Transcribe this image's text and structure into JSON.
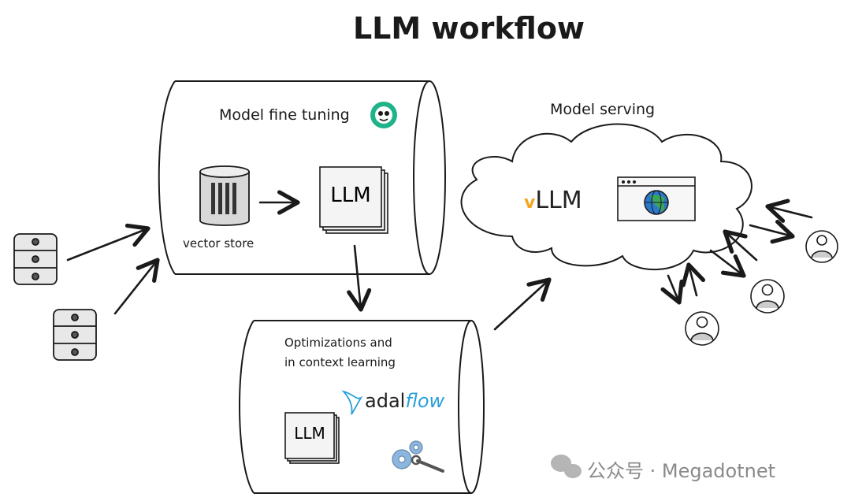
{
  "title": "LLM workflow",
  "stages": {
    "fine_tuning": {
      "label": "Model fine tuning",
      "vector_store_label": "vector store",
      "llm_label": "LLM"
    },
    "optimization": {
      "label_line1": "Optimizations and",
      "label_line2": "in context learning",
      "llm_label": "LLM",
      "brand_prefix": "adal",
      "brand_suffix": "flow"
    },
    "serving": {
      "label": "Model serving",
      "brand_prefix": "v",
      "brand_suffix": "LLM"
    }
  },
  "watermark": {
    "text": "公众号 · Megadotnet"
  },
  "colors": {
    "stroke": "#1a1a1a",
    "adalflow_blue": "#2a9fd8",
    "vllm_orange": "#f5a623",
    "globe_blue": "#2b77c9",
    "globe_green": "#3ba55c",
    "sloth_green": "#1fb38a",
    "gear_blue": "#8bb6e0"
  },
  "icons": [
    "database-icon",
    "vector-store-icon",
    "sloth-logo-icon",
    "browser-icon",
    "globe-icon",
    "user-icon",
    "gears-icon",
    "wechat-icon",
    "hummingbird-icon"
  ]
}
